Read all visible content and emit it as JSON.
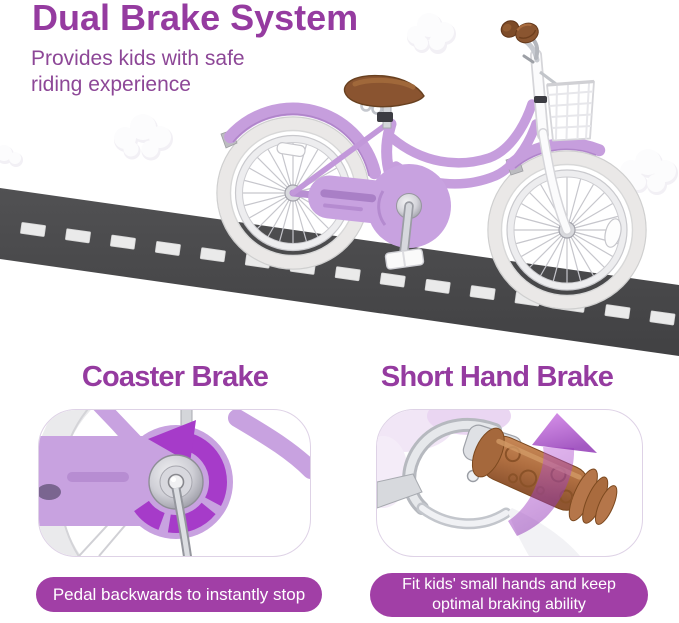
{
  "header": {
    "title": "Dual Brake System",
    "subtitle": "Provides kids with safe\nriding experience"
  },
  "features": [
    {
      "heading": "Coaster Brake",
      "caption": "Pedal backwards to instantly stop",
      "detail_image": "closeup of coaster brake hub with backward rotation arrow",
      "icon": "rotate-backward-arrow-icon"
    },
    {
      "heading": "Short Hand Brake",
      "caption": "Fit kids' small hands and keep\noptimal braking ability",
      "detail_image": "closeup of brown handlebar grip and silver hand brake lever with squeeze arrow",
      "icon": "squeeze-rotate-arrow-icon"
    }
  ],
  "scene": {
    "description": "purple kids cruiser bicycle with brown saddle, white basket and white tires riding on a dark road with white dashed center line, white clouds in background",
    "road_dash_count": 15
  },
  "colors": {
    "title_purple": "#953BA0",
    "subtitle_purple": "#8D4797",
    "caption_pill_purple": "#A13FA6",
    "bike_lilac": "#C69EDD",
    "arrow_magenta": "#A63BC9",
    "road_gray": "#48484A",
    "road_dash": "#EAEAEA",
    "saddle_brown": "#8A5430",
    "grip_brown": "#B5764A",
    "background": "#FFFFFF"
  }
}
